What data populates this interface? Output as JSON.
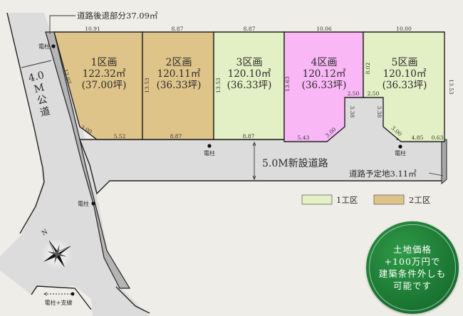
{
  "callouts": {
    "road_setback": "道路後退部分37.09㎡",
    "planned_road": "道路予定地3.11㎡",
    "utility_pole_guy_wire": "電柱+支線"
  },
  "roads": {
    "public_road": [
      "4.0",
      "M",
      "公",
      "道"
    ],
    "new_road": "5.0M新設道路"
  },
  "pole_label": "電柱",
  "lots": [
    {
      "id": 1,
      "title": "1区画",
      "area_sqm": "122.32㎡",
      "area_tsubo": "(37.00坪)",
      "phase": "2工区",
      "color": "#dfc48a"
    },
    {
      "id": 2,
      "title": "2区画",
      "area_sqm": "120.11㎡",
      "area_tsubo": "(36.33坪)",
      "phase": "2工区",
      "color": "#dfc48a"
    },
    {
      "id": 3,
      "title": "3区画",
      "area_sqm": "120.10㎡",
      "area_tsubo": "(36.33坪)",
      "phase": "1工区",
      "color": "#e3efc4"
    },
    {
      "id": 4,
      "title": "4区画",
      "area_sqm": "120.12㎡",
      "area_tsubo": "(36.33坪)",
      "phase": null,
      "color": "#f9b8f5"
    },
    {
      "id": 5,
      "title": "5区画",
      "area_sqm": "120.10㎡",
      "area_tsubo": "(36.33坪)",
      "phase": "1工区",
      "color": "#e3efc4"
    }
  ],
  "dimensions": {
    "top_lot1": "10.91",
    "top_lot2": "8.87",
    "top_lot3": "8.87",
    "top_lot4": "10.06",
    "top_lot5": "10.00",
    "lot1_left": "12.07",
    "lot1_corner": "3.00",
    "lot1_bottom": "5.52",
    "lot2_left": "13.53",
    "lot2_bottom": "8.87",
    "lot3_left": "13.53",
    "lot3_bottom": "8.87",
    "lot4_left": "13.63",
    "lot4_bottom": "5.43",
    "lot4_corner": "3.00",
    "lot4_notch_top": "2.50",
    "lot4_notch_side": "3.38",
    "lot5_left": "8.02",
    "lot5_notch_top": "2.50",
    "lot5_notch_side": "3.38",
    "lot5_corner": "3.00",
    "lot5_bottom": "4.85",
    "lot5_bottom_end": "0.63",
    "lot5_right": "13.53"
  },
  "legend": [
    {
      "label": "1工区",
      "color": "#e3efc4"
    },
    {
      "label": "2工区",
      "color": "#dfc48a"
    }
  ],
  "compass": {
    "label": "N"
  },
  "badge": {
    "lines": [
      "土地価格",
      "+100万円で",
      "建築条件外しも",
      "可能です"
    ],
    "color": "#1d7a35"
  }
}
